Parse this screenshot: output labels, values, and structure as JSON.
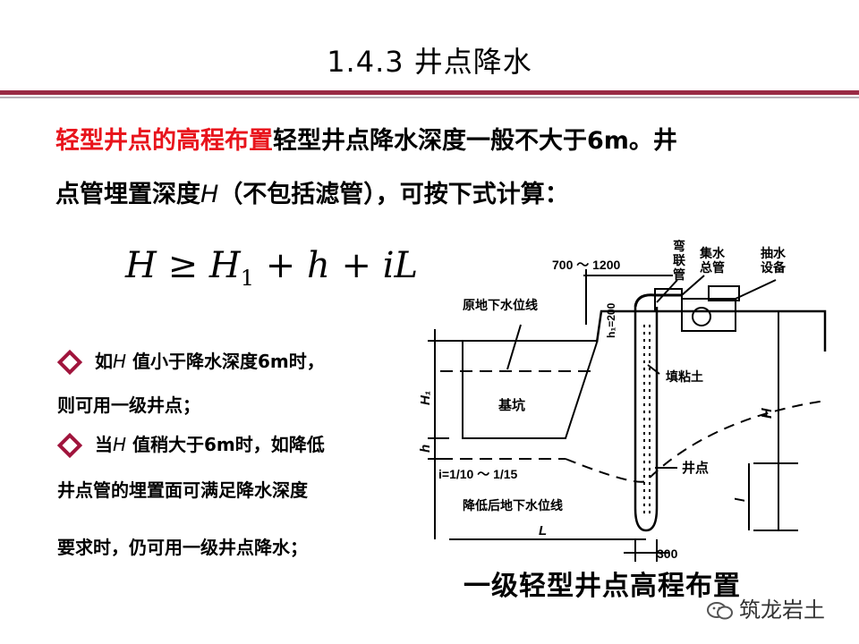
{
  "slide": {
    "title": "1.4.3 井点降水",
    "para_red": "轻型井点的高程布置",
    "para_line1_rest": "轻型井点降水深度一般不大于6m。井",
    "para_line2_a": "点管埋置深度",
    "para_line2_var": "H",
    "para_line2_b": "（不包括滤管），可按下式计算：",
    "formula": {
      "lhs": "H",
      "op": "≥",
      "t1": "H",
      "t1_sub": "1",
      "plus1": "+",
      "t2": "h",
      "plus2": "+",
      "t3": "iL"
    },
    "bullets": [
      {
        "pre": "如",
        "var": "H",
        "post": " 值小于降水深度6m时，",
        "cont": "则可用一级井点；"
      },
      {
        "pre": "当",
        "var": "H",
        "post": " 值稍大于6m时，如降低",
        "cont": "井点管的埋置面可满足降水深度",
        "cont2": "要求时，仍可用一级井点降水；"
      }
    ]
  },
  "diagram": {
    "dim_top": "700 ～ 1200",
    "lbl_wan1": "弯",
    "lbl_wan2": "联",
    "lbl_wan3": "管",
    "lbl_ji1": "集水",
    "lbl_ji2": "总管",
    "lbl_chou1": "抽水",
    "lbl_chou2": "设备",
    "lbl_h1_200": "h₁=200",
    "lbl_orig_water": "原地下水位线",
    "lbl_tian": "填粘土",
    "lbl_H1": "H₁",
    "lbl_H": "H",
    "lbl_jikeng": "基坑",
    "lbl_h": "h",
    "lbl_slope": "i=1/10 ～ 1/15",
    "lbl_jingdian": "井点",
    "lbl_l": "l",
    "lbl_lowered": "降低后地下水位线",
    "lbl_L": "L",
    "lbl_300": "300",
    "caption": "一级轻型井点高程布置"
  },
  "watermark": {
    "text": "筑龙岩土",
    "icon": "wechat-icon"
  }
}
